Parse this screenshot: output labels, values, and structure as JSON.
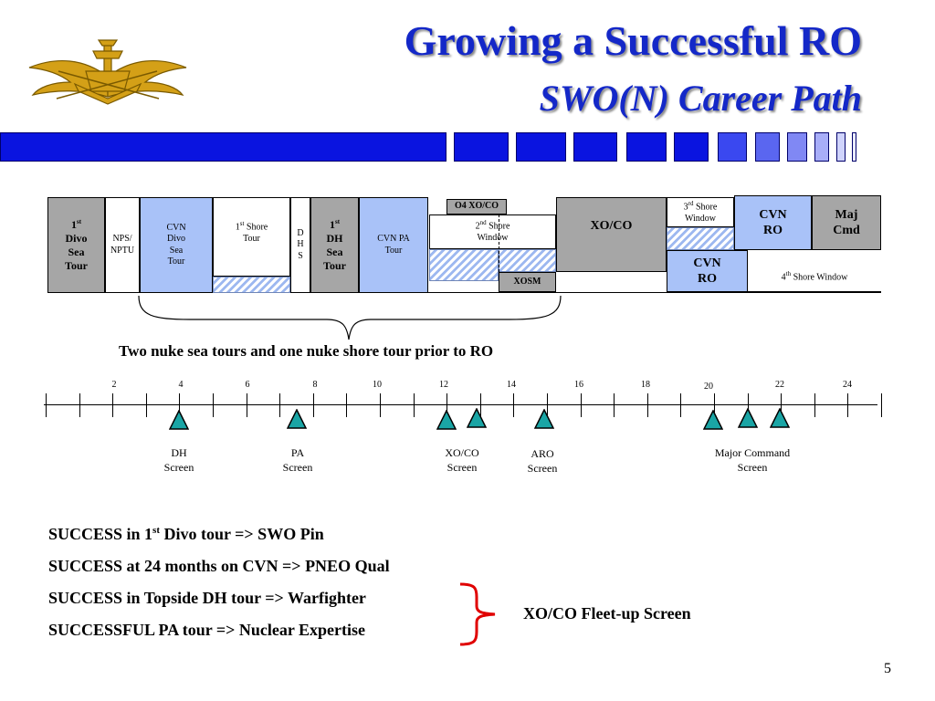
{
  "header": {
    "title": "Growing a Successful RO",
    "subtitle": "SWO(N) Career Path"
  },
  "insignia": {
    "icon": "surface-warfare-officer-insignia-icon",
    "colors": {
      "gold": "#d4a017",
      "dark": "#7a5a00"
    }
  },
  "colors": {
    "title_blue": "#1428c8",
    "bar_blue": "#0a14e0",
    "block_gray": "#a6a6a6",
    "block_blue": "#a9c2f8",
    "marker_teal": "#1aa5a5",
    "bracket_red": "#e00000"
  },
  "tours": {
    "divo1": {
      "l1": "1",
      "sup": "st",
      "l2": "Divo",
      "l3": "Sea",
      "l4": "Tour"
    },
    "nps": {
      "l1": "NPS/",
      "l2": "NPTU"
    },
    "cvn_divo": {
      "l1": "CVN",
      "l2": "Divo",
      "l3": "Sea",
      "l4": "Tour"
    },
    "shore1": {
      "pre": "1",
      "sup": "st",
      "rest": " Shore",
      "l2": "Tour"
    },
    "dhs": {
      "l1": "D",
      "l2": "H",
      "l3": "S"
    },
    "dh1": {
      "l1": "1",
      "sup": "st",
      "l2": "DH",
      "l3": "Sea",
      "l4": "Tour"
    },
    "cvn_pa": {
      "l1": "CVN PA",
      "l2": "Tour"
    },
    "o4": "O4 XO/CO",
    "shore2": {
      "pre": "2",
      "sup": "nd",
      "rest": " Shore",
      "l2": "Window"
    },
    "xosm": "XOSM",
    "xoco": "XO/CO",
    "shore3": {
      "pre": "3",
      "sup": "rd",
      "rest": " Shore",
      "l2": "Window"
    },
    "cvn_ro_top": {
      "l1": "CVN",
      "l2": "RO"
    },
    "cvn_ro_bottom": {
      "l1": "CVN",
      "l2": "RO"
    },
    "maj_cmd": {
      "l1": "Maj",
      "l2": "Cmd"
    },
    "shore4": {
      "pre": "4",
      "sup": "th",
      "rest": " Shore Window"
    }
  },
  "brace_caption": "Two nuke sea tours and one nuke shore tour prior to RO",
  "timeline": {
    "ticks": [
      "2",
      "4",
      "6",
      "8",
      "10",
      "12",
      "14",
      "16",
      "18",
      "20",
      "22",
      "24"
    ],
    "screens": [
      {
        "l1": "DH",
        "l2": "Screen"
      },
      {
        "l1": "PA",
        "l2": "Screen"
      },
      {
        "l1": "XO/CO",
        "l2": "Screen"
      },
      {
        "l1": "ARO",
        "l2": "Screen"
      },
      {
        "l1": "Major Command",
        "l2": "Screen"
      }
    ]
  },
  "success": [
    {
      "pre": "SUCCESS in 1",
      "sup": "st",
      "post": " Divo tour => SWO Pin"
    },
    {
      "text": "SUCCESS at 24 months on CVN => PNEO Qual"
    },
    {
      "text": "SUCCESS in Topside DH tour => Warfighter"
    },
    {
      "text": "SUCCESSFUL PA tour => Nuclear Expertise"
    }
  ],
  "fleet_up": "XO/CO Fleet-up Screen",
  "page_number": "5"
}
